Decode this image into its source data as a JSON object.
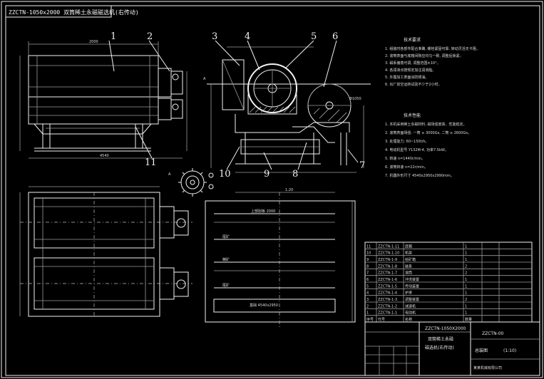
{
  "drawing": {
    "title": "ZZCTN-1050x2000 双筒稀土永磁磁选机(右传动)",
    "balloons": [
      "1",
      "2",
      "3",
      "4",
      "5",
      "6",
      "7",
      "8",
      "9",
      "10",
      "11"
    ],
    "dimension_labels": [
      "Φ1050"
    ],
    "tech_requirements_title": "技术要求",
    "tech_requirements": [
      "1. 组装时各部件配合准确, 螺栓紧固可靠, 转动灵活无卡阻。",
      "2. 滚筒表面与底箱间隙应均匀一致, 调整后锁紧。",
      "3. 磁系偏角可调, 调整范围±10°。",
      "4. 各润滑点按规定加注润滑脂。",
      "5. 外露加工表面涂防锈油。",
      "6. 出厂前空运转试验不少于2小时。"
    ],
    "tech_specs_title": "技术性能",
    "tech_specs": [
      "1. 本机采用稀土永磁材料, 磁场强度高、性能稳定。",
      "2. 滚筒表面场强: 一筒 ≥ 3000Gs, 二筒 ≥ 2600Gs。",
      "3. 处理能力: 60~150t/h。",
      "4. 电动机型号 Y132M-4, 功率7.5kW。",
      "5. 转速 n=1440r/min。",
      "6. 滚筒转速 n=22r/min。",
      "7. 机器外形尺寸 4540x2950x2990mm。"
    ],
    "bom_rows": [
      [
        "11",
        "ZZCTN-1-11",
        "底箱",
        "1"
      ],
      [
        "10",
        "ZZCTN-1-10",
        "机架",
        "1"
      ],
      [
        "9",
        "ZZCTN-1-9",
        "给矿箱",
        "1"
      ],
      [
        "8",
        "ZZCTN-1-8",
        "磁系",
        "2"
      ],
      [
        "7",
        "ZZCTN-1-7",
        "滚筒",
        "2"
      ],
      [
        "6",
        "ZZCTN-1-6",
        "冲洗装置",
        "1"
      ],
      [
        "5",
        "ZZCTN-1-5",
        "传动装置",
        "1"
      ],
      [
        "4",
        "ZZCTN-1-4",
        "护罩",
        "1"
      ],
      [
        "3",
        "ZZCTN-1-3",
        "调整装置",
        "2"
      ],
      [
        "2",
        "ZZCTN-1-2",
        "减速机",
        "1"
      ],
      [
        "1",
        "ZZCTN-1-1",
        "电动机",
        "1"
      ]
    ],
    "bom_header": [
      "序号",
      "代号",
      "名称",
      "数量"
    ],
    "title_block": {
      "model": "ZZCTN-1050X2000",
      "name_line1": "双筒稀土永磁",
      "name_line2": "磁选机(右传动)",
      "drawing_no": "ZZCTN-00",
      "assembly": "总装图",
      "scale": "(1:10)",
      "company": "某某机械有限公司"
    }
  }
}
